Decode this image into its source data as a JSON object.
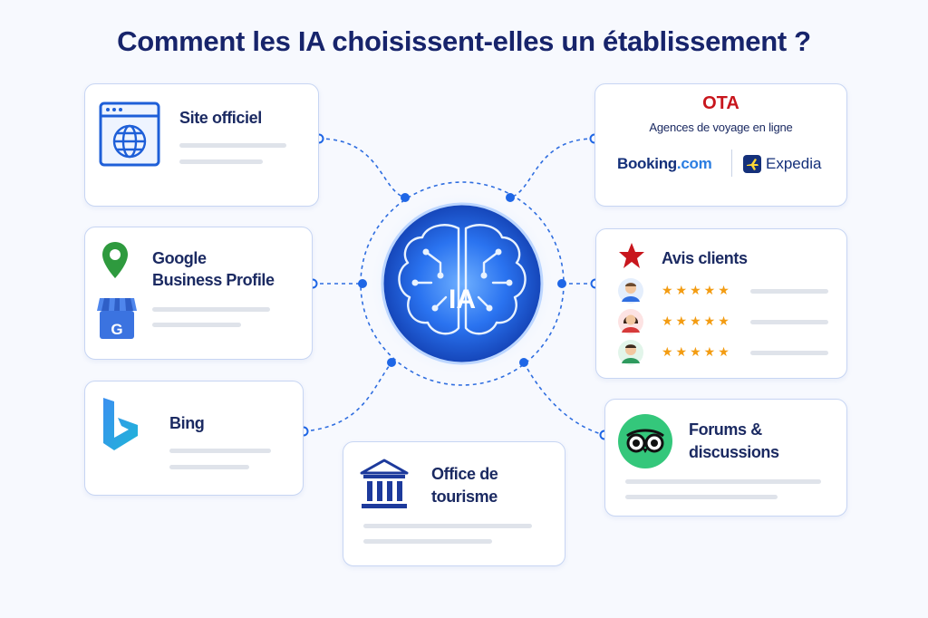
{
  "title": "Comment les IA choisissent-elles un établissement ?",
  "center": {
    "label": "IA",
    "icon": "brain-circuit-icon"
  },
  "sources": {
    "site": {
      "label": "Site officiel",
      "icon": "browser-globe-icon"
    },
    "google": {
      "label_line1": "Google",
      "label_line2": "Business Profile",
      "icons": [
        "map-pin-icon",
        "google-business-store-icon"
      ]
    },
    "bing": {
      "label": "Bing",
      "icon": "bing-logo-icon"
    },
    "office": {
      "label_line1": "Office de",
      "label_line2": "tourisme",
      "icon": "institution-building-icon"
    },
    "ota": {
      "title": "OTA",
      "subtitle": "Agences de voyage en ligne",
      "brands": {
        "booking_main": "Booking",
        "booking_tld": ".com",
        "expedia": "Expedia"
      }
    },
    "reviews": {
      "label": "Avis clients",
      "icon": "star-icon",
      "rows": [
        {
          "avatar": "man-avatar-icon",
          "stars": "★★★★★"
        },
        {
          "avatar": "woman-avatar-icon",
          "stars": "★★★★★"
        },
        {
          "avatar": "man-avatar-icon",
          "stars": "★★★★★"
        }
      ]
    },
    "forums": {
      "label_line1": "Forums &",
      "label_line2": "discussions",
      "icon": "tripadvisor-owl-icon"
    }
  },
  "colors": {
    "title": "#17246b",
    "accent": "#1e66e6",
    "ota_red": "#c8161d",
    "star": "#f39c12",
    "tripadvisor_green": "#34e0a1"
  }
}
